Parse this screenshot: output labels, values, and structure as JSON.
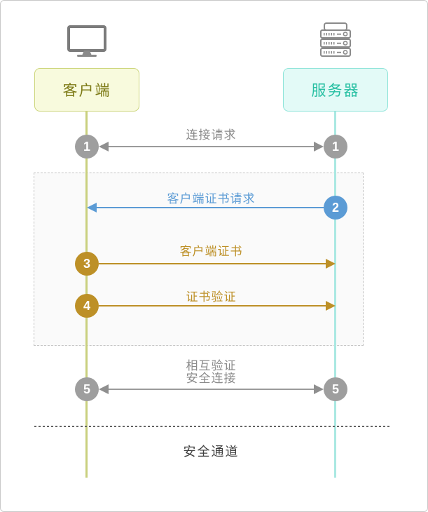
{
  "diagram": {
    "title_hint": "client-server mutual certificate authentication sequence",
    "actors": {
      "client": {
        "label": "客户端",
        "icon": "monitor-icon"
      },
      "server": {
        "label": "服务器",
        "icon": "server-rack-icon"
      }
    },
    "steps": [
      {
        "num": "1",
        "label": "连接请求",
        "direction": "both",
        "color": "#9e9e9e"
      },
      {
        "num": "2",
        "label": "客户端证书请求",
        "direction": "server-to-client",
        "color": "#5b9bd5"
      },
      {
        "num": "3",
        "label": "客户端证书",
        "direction": "client-to-server",
        "color": "#bd9027"
      },
      {
        "num": "4",
        "label": "证书验证",
        "direction": "client-to-server",
        "color": "#bd9027"
      },
      {
        "num": "5",
        "label": "相互验证",
        "label2": "安全连接",
        "direction": "both",
        "color": "#9e9e9e"
      }
    ],
    "footer": {
      "label": "安全通道"
    }
  },
  "colors": {
    "client_box_bg": "#f8fadd",
    "client_box_border": "#ccd57a",
    "client_text": "#7d7a16",
    "client_lifeline": "#c9d07e",
    "server_box_bg": "#e3faf7",
    "server_box_border": "#8ee4d9",
    "server_text": "#26bfa2",
    "server_lifeline": "#aae8e2",
    "gray_step": "#9e9e9e",
    "blue_step": "#5b9bd5",
    "gold_step": "#bd9027",
    "group_box_bg": "#fafafa",
    "group_box_border": "#c4c4c4",
    "divider": "#636363"
  }
}
